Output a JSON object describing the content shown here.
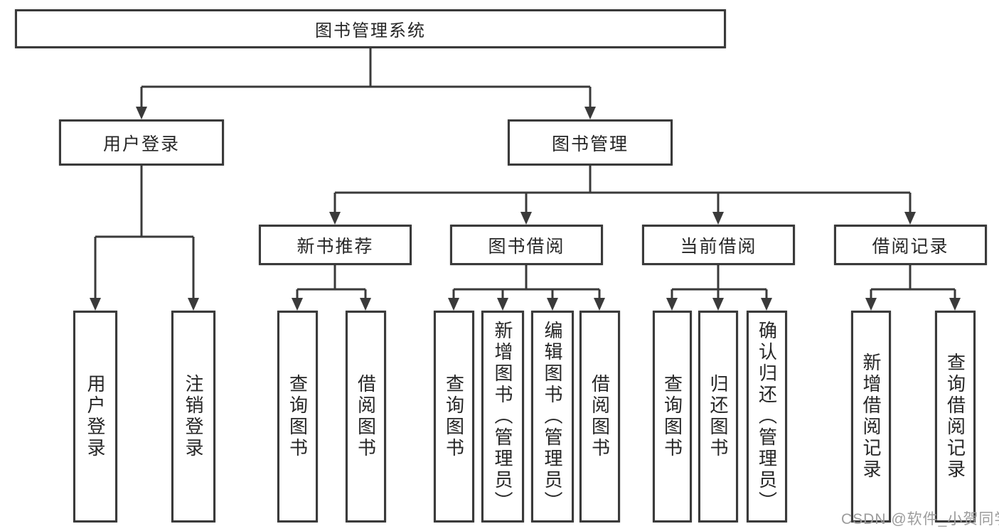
{
  "diagram": {
    "title": "图书管理系统",
    "branches": [
      {
        "label": "用户登录",
        "children": [
          {
            "label": "用户登录"
          },
          {
            "label": "注销登录"
          }
        ]
      },
      {
        "label": "图书管理",
        "children": [
          {
            "label": "新书推荐",
            "children": [
              {
                "label": "查询图书"
              },
              {
                "label": "借阅图书"
              }
            ]
          },
          {
            "label": "图书借阅",
            "children": [
              {
                "label": "查询图书"
              },
              {
                "label": "新增图书（管理员）"
              },
              {
                "label": "编辑图书（管理员）"
              },
              {
                "label": "借阅图书"
              }
            ]
          },
          {
            "label": "当前借阅",
            "children": [
              {
                "label": "查询图书"
              },
              {
                "label": "归还图书"
              },
              {
                "label": "确认归还（管理员）"
              }
            ]
          },
          {
            "label": "借阅记录",
            "children": [
              {
                "label": "新增借阅记录"
              },
              {
                "label": "查询借阅记录"
              }
            ]
          }
        ]
      }
    ]
  },
  "watermark": {
    "text": "CSDN @软件_小贺同学"
  },
  "colors": {
    "line": "#3a3a3a",
    "text": "#262626",
    "watermark": "#9c9c9c",
    "background": "#ffffff"
  }
}
